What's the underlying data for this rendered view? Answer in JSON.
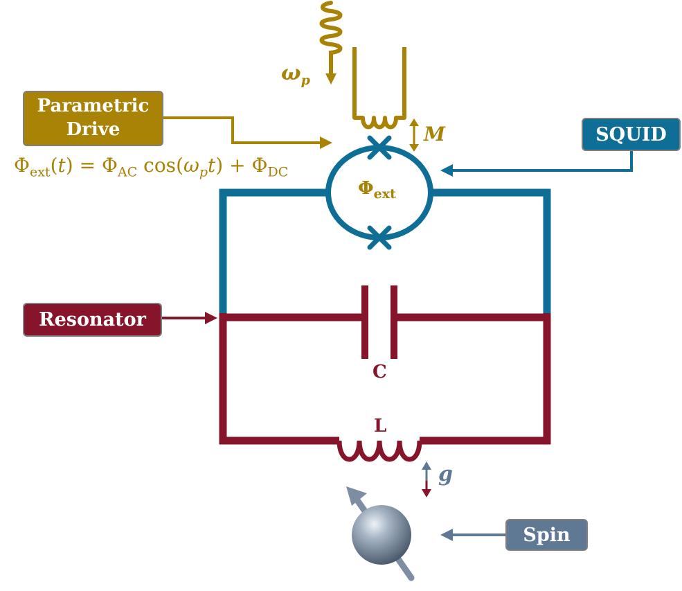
{
  "colors": {
    "drive": "#A98306",
    "squid": "#0F6E95",
    "resonator": "#86152C",
    "spin": "#5F7894",
    "outline": "#7f7f7f"
  },
  "labels": {
    "parametric_drive": "Parametric Drive",
    "squid": "SQUID",
    "resonator": "Resonator",
    "spin": "Spin"
  },
  "symbols": {
    "omega_p": "ω",
    "omega_p_sub": "p",
    "mutual": "M",
    "phi_ext": "Φ",
    "phi_ext_sub": "ext",
    "capacitor": "C",
    "inductor": "L",
    "coupling": "g"
  },
  "equation": {
    "phi": "Φ",
    "ext": "ext",
    "t_open": "(",
    "t": "t",
    "t_close": ")",
    "equals": "=",
    "phi_ac": "Φ",
    "ac": "AC",
    "cos": "cos",
    "cos_open": "(",
    "omega": "ω",
    "p": "p",
    "t2": "t",
    "cos_close": ")",
    "plus": "+",
    "phi_dc": "Φ",
    "dc": "DC"
  }
}
